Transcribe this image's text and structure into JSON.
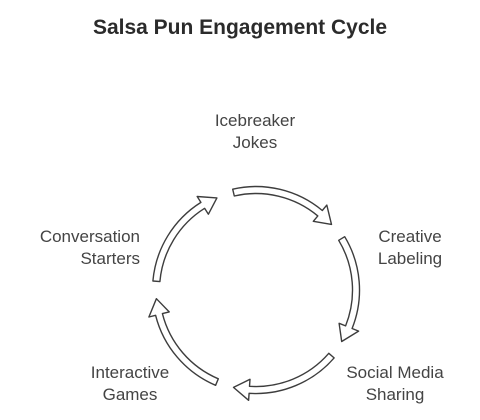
{
  "diagram": {
    "title": "Salsa Pun Engagement Cycle",
    "type": "cycle",
    "stroke_color": "#3d3d3d",
    "steps": [
      {
        "lines": [
          "Icebreaker",
          "Jokes"
        ]
      },
      {
        "lines": [
          "Creative",
          "Labeling"
        ]
      },
      {
        "lines": [
          "Social Media",
          "Sharing"
        ]
      },
      {
        "lines": [
          "Interactive",
          "Games"
        ]
      },
      {
        "lines": [
          "Conversation",
          "Starters"
        ]
      }
    ]
  }
}
